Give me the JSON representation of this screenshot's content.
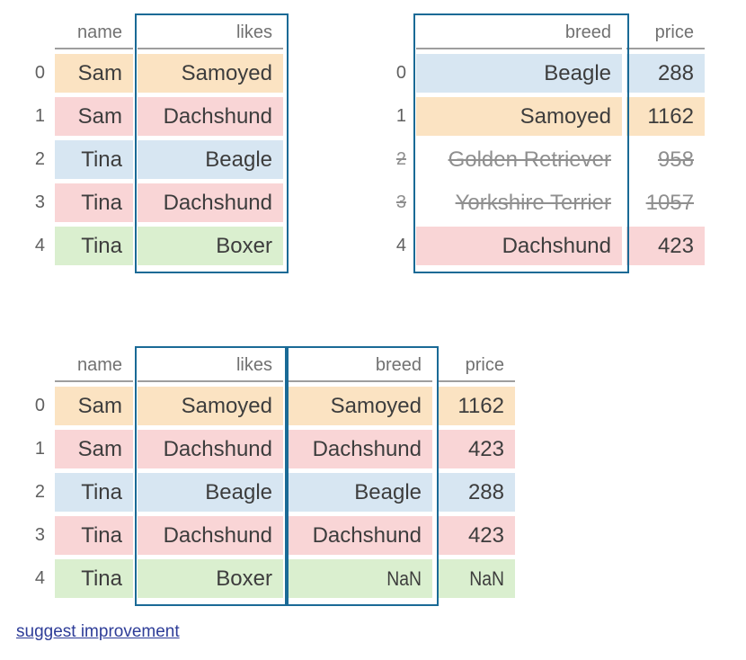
{
  "colors": {
    "orange": "#fbe3c2",
    "pink": "#f9d5d6",
    "blue": "#d7e6f2",
    "green": "#daefcf",
    "highlight_border": "#1a6a96",
    "header_underline": "#9e9e9e",
    "cell_text": "#3d3d3d",
    "header_text": "#717171",
    "struck_text": "#8f8f8f",
    "link_text": "#2e3d98"
  },
  "left_table": {
    "columns": [
      "name",
      "likes"
    ],
    "highlighted_column": "likes",
    "rows": [
      {
        "index": "0",
        "name": "Sam",
        "likes": "Samoyed",
        "color": "orange"
      },
      {
        "index": "1",
        "name": "Sam",
        "likes": "Dachshund",
        "color": "pink"
      },
      {
        "index": "2",
        "name": "Tina",
        "likes": "Beagle",
        "color": "blue"
      },
      {
        "index": "3",
        "name": "Tina",
        "likes": "Dachshund",
        "color": "pink"
      },
      {
        "index": "4",
        "name": "Tina",
        "likes": "Boxer",
        "color": "green"
      }
    ]
  },
  "right_table": {
    "columns": [
      "breed",
      "price"
    ],
    "highlighted_column": "breed",
    "rows": [
      {
        "index": "0",
        "breed": "Beagle",
        "price": "288",
        "color": "blue",
        "struck": false
      },
      {
        "index": "1",
        "breed": "Samoyed",
        "price": "1162",
        "color": "orange",
        "struck": false
      },
      {
        "index": "2",
        "breed": "Golden Retriever",
        "price": "958",
        "color": "none",
        "struck": true
      },
      {
        "index": "3",
        "breed": "Yorkshire Terrier",
        "price": "1057",
        "color": "none",
        "struck": true
      },
      {
        "index": "4",
        "breed": "Dachshund",
        "price": "423",
        "color": "pink",
        "struck": false
      }
    ]
  },
  "merged_table": {
    "columns": [
      "name",
      "likes",
      "breed",
      "price"
    ],
    "highlighted_columns": [
      "likes",
      "breed"
    ],
    "rows": [
      {
        "index": "0",
        "name": "Sam",
        "likes": "Samoyed",
        "breed": "Samoyed",
        "price": "1162",
        "color": "orange"
      },
      {
        "index": "1",
        "name": "Sam",
        "likes": "Dachshund",
        "breed": "Dachshund",
        "price": "423",
        "color": "pink"
      },
      {
        "index": "2",
        "name": "Tina",
        "likes": "Beagle",
        "breed": "Beagle",
        "price": "288",
        "color": "blue"
      },
      {
        "index": "3",
        "name": "Tina",
        "likes": "Dachshund",
        "breed": "Dachshund",
        "price": "423",
        "color": "pink"
      },
      {
        "index": "4",
        "name": "Tina",
        "likes": "Boxer",
        "breed": "NaN",
        "price": "NaN",
        "color": "green"
      }
    ]
  },
  "footer": {
    "link_label": "suggest improvement"
  }
}
